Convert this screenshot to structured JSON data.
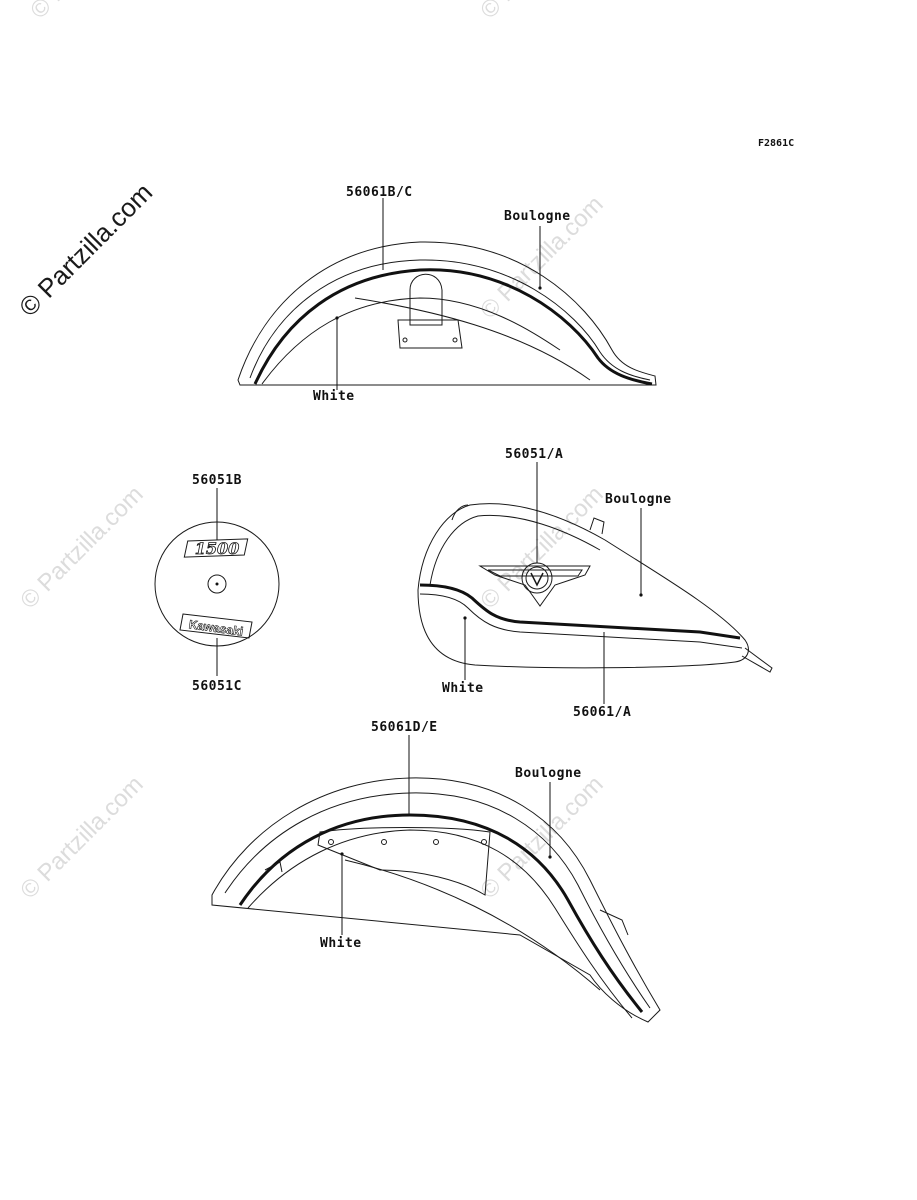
{
  "diagram": {
    "figure_code": "F2861C",
    "watermark_main": "© Partzilla.com",
    "watermark_faint": "© Partzilla.com",
    "labels": {
      "front_fender_part": "56061B/C",
      "front_fender_color_outer": "Boulogne",
      "front_fender_color_inner": "White",
      "emblem_top_part": "56051B",
      "emblem_bottom_part": "56051C",
      "emblem_top_text": "1500",
      "emblem_bottom_text": "Kawasaki",
      "tank_emblem_part": "56051/A",
      "tank_color_upper": "Boulogne",
      "tank_color_lower": "White",
      "tank_stripe_part": "56061/A",
      "rear_fender_part": "56061D/E",
      "rear_fender_color_outer": "Boulogne",
      "rear_fender_color_inner": "White"
    }
  }
}
